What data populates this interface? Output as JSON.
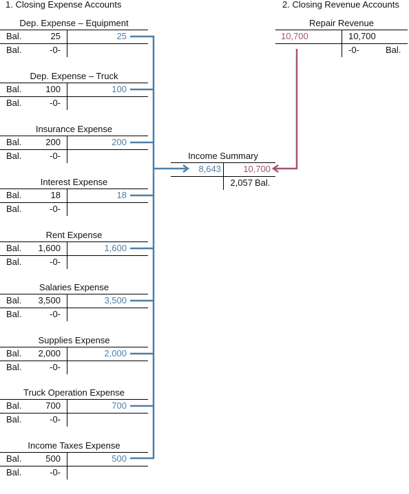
{
  "sections": {
    "expense_title": "1. Closing Expense Accounts",
    "revenue_title": "2. Closing Revenue Accounts"
  },
  "expense_accounts": [
    {
      "title": "Dep. Expense – Equipment",
      "bal_label": "Bal.",
      "balance": "25",
      "closing_amount": "25",
      "zero": "-0-"
    },
    {
      "title": "Dep. Expense – Truck",
      "bal_label": "Bal.",
      "balance": "100",
      "closing_amount": "100",
      "zero": "-0-"
    },
    {
      "title": "Insurance Expense",
      "bal_label": "Bal.",
      "balance": "200",
      "closing_amount": "200",
      "zero": "-0-"
    },
    {
      "title": "Interest Expense",
      "bal_label": "Bal.",
      "balance": "18",
      "closing_amount": "18",
      "zero": "-0-"
    },
    {
      "title": "Rent Expense",
      "bal_label": "Bal.",
      "balance": "1,600",
      "closing_amount": "1,600",
      "zero": "-0-"
    },
    {
      "title": "Salaries Expense",
      "bal_label": "Bal.",
      "balance": "3,500",
      "closing_amount": "3,500",
      "zero": "-0-"
    },
    {
      "title": "Supplies Expense",
      "bal_label": "Bal.",
      "balance": "2,000",
      "closing_amount": "2,000",
      "zero": "-0-"
    },
    {
      "title": "Truck Operation Expense",
      "bal_label": "Bal.",
      "balance": "700",
      "closing_amount": "700",
      "zero": "-0-"
    },
    {
      "title": "Income Taxes Expense",
      "bal_label": "Bal.",
      "balance": "500",
      "closing_amount": "500",
      "zero": "-0-"
    }
  ],
  "income_summary": {
    "title": "Income Summary",
    "debit": "8,643",
    "credit": "10,700",
    "balance": "2,057",
    "bal_label": "Bal."
  },
  "repair_revenue": {
    "title": "Repair Revenue",
    "closing_amount": "10,700",
    "balance": "10,700",
    "zero": "-0-",
    "bal_label": "Bal."
  },
  "colors": {
    "expense_flow": "#4f7fa8",
    "revenue_flow": "#a5566f"
  }
}
